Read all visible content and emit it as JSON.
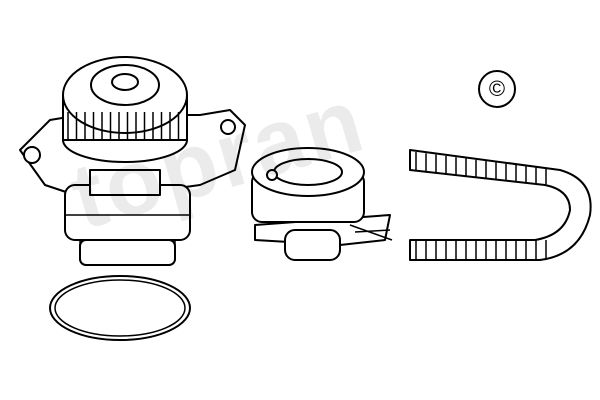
{
  "watermark": {
    "text": "topran",
    "symbol": "©"
  },
  "parts": [
    "water-pump",
    "o-ring-seal",
    "belt-tensioner",
    "timing-belt"
  ],
  "colors": {
    "line": "#000000",
    "background": "#ffffff"
  }
}
